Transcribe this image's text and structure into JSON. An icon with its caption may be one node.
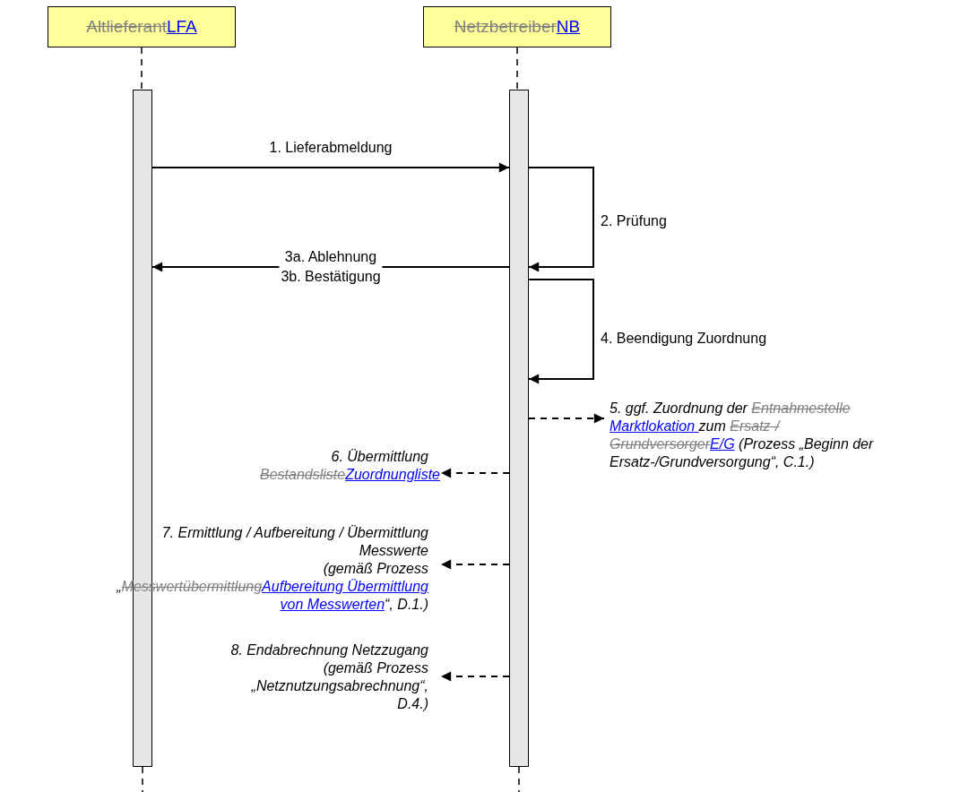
{
  "diagram": {
    "nodes": [
      {
        "text": [
          "AltlieferantLFA"
        ]
      },
      {
        "text": [
          "NetzbetreiberNB"
        ]
      },
      {
        "text": [],
        "shape": "bar"
      },
      {
        "text": [],
        "shape": "bar"
      },
      {
        "text": [
          "5. ggf. Zuordnung der Entnahmestelle Marktlokation zum Ersatz-/ GrundversorgerE/G (Prozess „Beginn der Ersatz-/Grundversorgung“, C.1.)"
        ]
      },
      {
        "text": [
          "6. Übermittlung BestandslisteZuordnungliste"
        ]
      },
      {
        "text": [
          "7. Ermittlung / Aufbereitung / Übermittlung Messwerte (gemäß Prozess „MesswertübermittlungAufbereitung Übermittlung von Messwerten“, D.1.)"
        ]
      },
      {
        "text": [
          "8. Endabrechnung Netzzugang (gemäß Prozess „Netznutzungsabrechnung“, D.4.)"
        ]
      }
    ],
    "edges": [
      {
        "from": 0,
        "to": 2,
        "arrow": "none",
        "style": "dashed"
      },
      {
        "from": 1,
        "to": 3,
        "arrow": "none",
        "style": "dashed"
      },
      {
        "from": 2,
        "to": null,
        "arrow": "none",
        "style": "dashed"
      },
      {
        "from": 3,
        "to": null,
        "arrow": "none",
        "style": "dashed"
      },
      {
        "from": 2,
        "to": 3,
        "arrow": "to",
        "label": "1. Lieferabmeldung"
      },
      {
        "from": 3,
        "to": 3,
        "arrow": "to",
        "label": "2. Prüfung"
      },
      {
        "from": 3,
        "to": 2,
        "arrow": "to",
        "label": "3a. Ablehnung 3b. Bestätigung"
      },
      {
        "from": 3,
        "to": 3,
        "arrow": "to",
        "label": "4. Beendigung Zuordnung"
      },
      {
        "from": 3,
        "to": 4,
        "arrow": "to",
        "style": "dashed"
      },
      {
        "from": 3,
        "to": 5,
        "arrow": "to",
        "style": "dashed"
      },
      {
        "from": 3,
        "to": 6,
        "arrow": "to",
        "style": "dashed"
      },
      {
        "from": 3,
        "to": 7,
        "arrow": "to",
        "style": "dashed"
      }
    ]
  }
}
